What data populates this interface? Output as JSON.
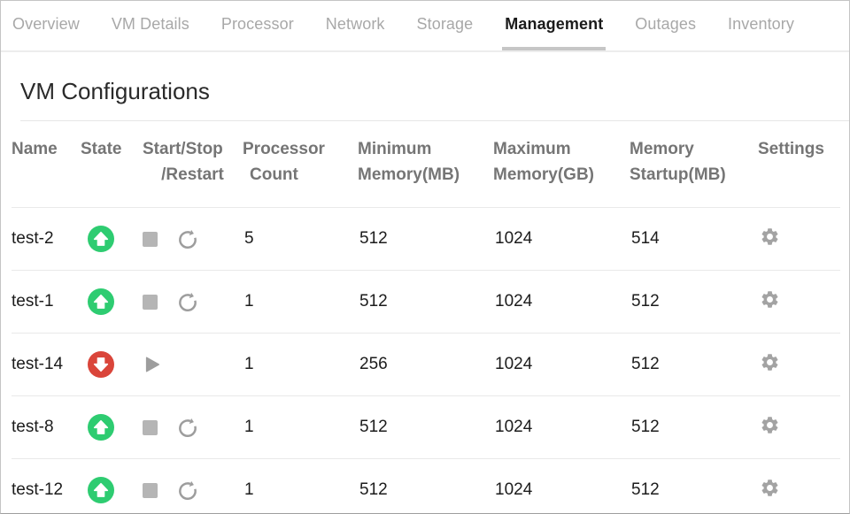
{
  "tabs": [
    {
      "label": "Overview",
      "active": false
    },
    {
      "label": "VM Details",
      "active": false
    },
    {
      "label": "Processor",
      "active": false
    },
    {
      "label": "Network",
      "active": false
    },
    {
      "label": "Storage",
      "active": false
    },
    {
      "label": "Management",
      "active": true
    },
    {
      "label": "Outages",
      "active": false
    },
    {
      "label": "Inventory",
      "active": false
    }
  ],
  "section": {
    "title": "VM Configurations"
  },
  "table": {
    "headers": [
      {
        "line1": "Name",
        "line2": ""
      },
      {
        "line1": "State",
        "line2": ""
      },
      {
        "line1": "Start/Stop",
        "line2": "/Restart"
      },
      {
        "line1": "Processor",
        "line2": "Count"
      },
      {
        "line1": "Minimum",
        "line2": "Memory(MB)"
      },
      {
        "line1": "Maximum",
        "line2": "Memory(GB)"
      },
      {
        "line1": "Memory",
        "line2": "Startup(MB)"
      },
      {
        "line1": "Settings",
        "line2": ""
      }
    ],
    "rows": [
      {
        "name": "test-2",
        "state": "up",
        "controls": [
          "stop",
          "restart"
        ],
        "processor_count": "5",
        "min_memory_mb": "512",
        "max_memory_gb": "1024",
        "memory_startup_mb": "514"
      },
      {
        "name": "test-1",
        "state": "up",
        "controls": [
          "stop",
          "restart"
        ],
        "processor_count": "1",
        "min_memory_mb": "512",
        "max_memory_gb": "1024",
        "memory_startup_mb": "512"
      },
      {
        "name": "test-14",
        "state": "down",
        "controls": [
          "start"
        ],
        "processor_count": "1",
        "min_memory_mb": "256",
        "max_memory_gb": "1024",
        "memory_startup_mb": "512"
      },
      {
        "name": "test-8",
        "state": "up",
        "controls": [
          "stop",
          "restart"
        ],
        "processor_count": "1",
        "min_memory_mb": "512",
        "max_memory_gb": "1024",
        "memory_startup_mb": "512"
      },
      {
        "name": "test-12",
        "state": "up",
        "controls": [
          "stop",
          "restart"
        ],
        "processor_count": "1",
        "min_memory_mb": "512",
        "max_memory_gb": "1024",
        "memory_startup_mb": "512"
      }
    ]
  },
  "icons": {
    "state_up": "up-arrow-circle-icon",
    "state_down": "down-arrow-circle-icon",
    "stop": "stop-icon",
    "restart": "restart-icon",
    "start": "play-icon",
    "settings": "gear-icon"
  },
  "colors": {
    "state_up": "#2ecc71",
    "state_down": "#da453a",
    "icon_gray": "#9d9d9d",
    "stop_icon_gray": "#b5b5b5",
    "gear_gray": "#a3a3a3",
    "active_tab_underline": "#c6c6c6"
  }
}
